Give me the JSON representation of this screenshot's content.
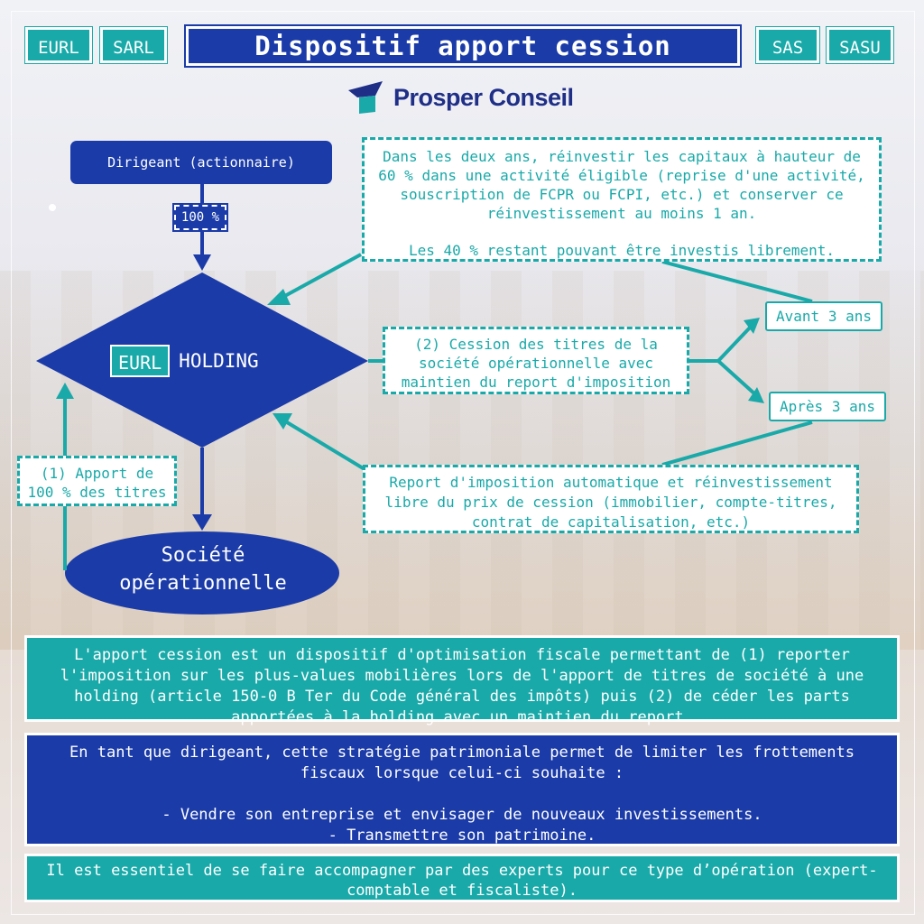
{
  "header": {
    "tags_left": [
      "EURL",
      "SARL"
    ],
    "title": "Dispositif apport cession",
    "tags_right": [
      "SAS",
      "SASU"
    ]
  },
  "logo": {
    "text": "Prosper Conseil"
  },
  "diagram": {
    "dirigeant": "Dirigeant (actionnaire)",
    "percent": "100 %",
    "holding_badge": "EURL",
    "holding": "HOLDING",
    "operational_company": [
      "Société",
      "opérationnelle"
    ],
    "reinvest_note": [
      "Dans les deux ans, réinvestir les capitaux à hauteur de 60 % dans une activité éligible (reprise d'une activité, souscription de FCPR ou FCPI, etc.) et conserver ce réinvestissement au moins 1 an.",
      "Les 40 % restant pouvant être investis librement."
    ],
    "cession": "(2) Cession des titres de la société opérationnelle avec maintien du report d'imposition",
    "before": "Avant 3 ans",
    "after": "Après 3 ans",
    "report_note": "Report d'imposition automatique et réinvestissement libre du prix de cession (immobilier, compte-titres, contrat de capitalisation, etc.)",
    "apport": "(1) Apport de 100 % des titres"
  },
  "panels": {
    "definition": "L'apport cession est un dispositif d'optimisation fiscale permettant de (1) reporter l'imposition sur les plus-values mobilières lors de l'apport de titres de société à une holding (article 150-0 B Ter du Code général des impôts) puis (2) de céder les parts apportées à la holding avec un maintien du report.",
    "strategy_intro": "En tant que dirigeant, cette stratégie patrimoniale permet de limiter les frottements fiscaux lorsque celui-ci souhaite :",
    "strategy_items": [
      "- Vendre son entreprise et envisager de nouveaux investissements.",
      "- Transmettre son patrimoine."
    ],
    "advice": "Il est essentiel de se faire accompagner par des experts pour ce type d’opération (expert-comptable et fiscaliste)."
  },
  "colors": {
    "teal": "#1aa9a9",
    "navy": "#1b3ba8",
    "logo": "#1f2f87"
  }
}
